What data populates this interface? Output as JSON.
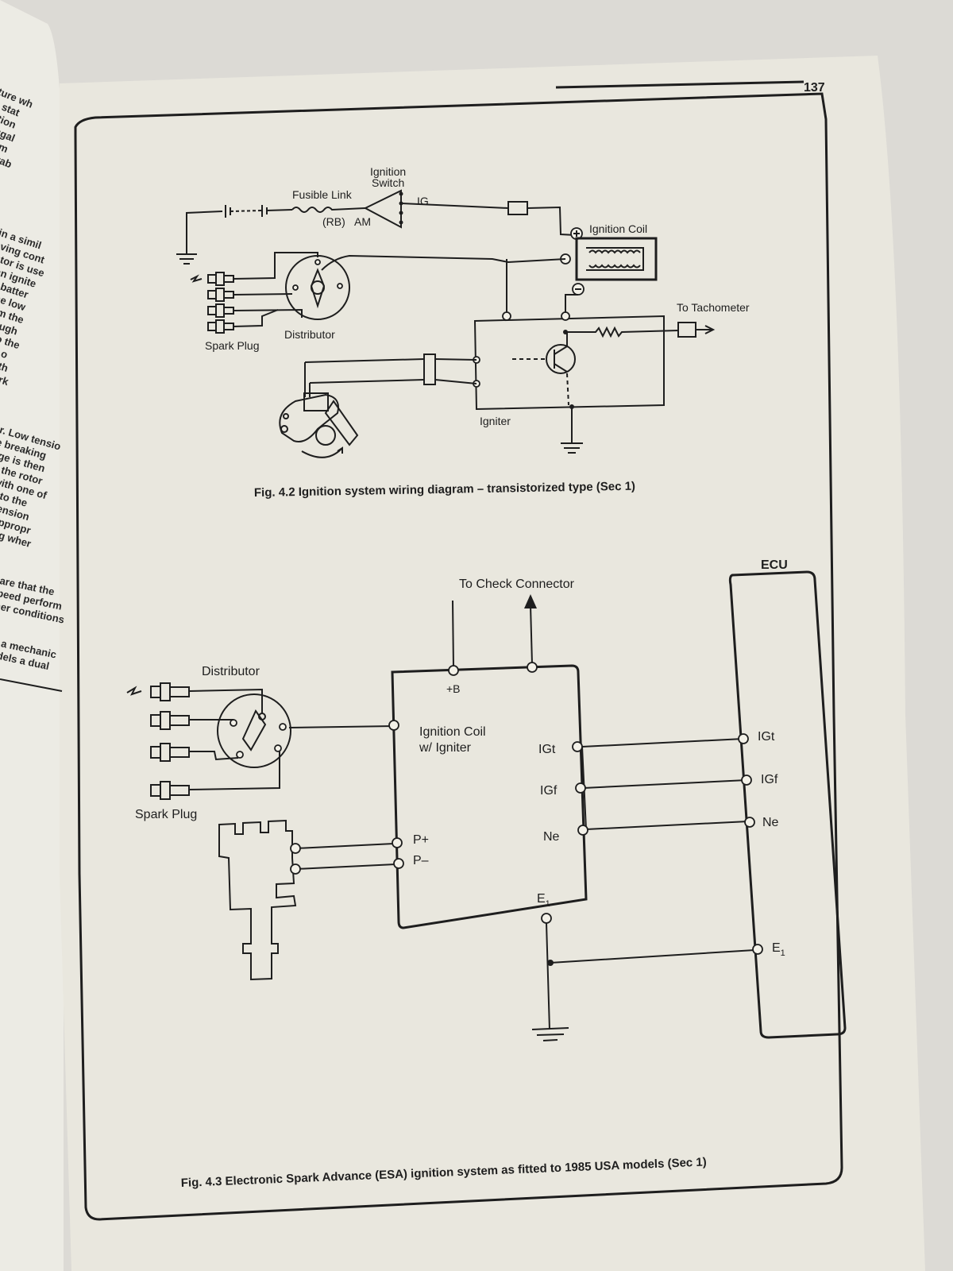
{
  "page": {
    "number": "137"
  },
  "side_text": [
    "ixture wh",
    "ect stat",
    "ignition",
    "ntrifugal",
    "vacuum",
    "he movab",
    "in a simil",
    "aving cont",
    "rator is use",
    "s an ignite",
    "the batter",
    "to the low",
    "d from the",
    "r, through",
    "back to the",
    "tension o",
    "entre of th",
    "d the spark",
    "r. Low tensio",
    "e breaking",
    "age is then",
    "to the rotor",
    "e with one of",
    "ted to the",
    "gh tension",
    "the appropr",
    "rk plug wher",
    "are that the",
    "peed perform",
    "her conditions",
    "ls, a mechanic",
    "nodels a dual"
  ],
  "fig42": {
    "labels": {
      "ignition_switch": [
        "Ignition",
        "Switch"
      ],
      "fusible_link": "Fusible Link",
      "rb": "(RB)",
      "am": "AM",
      "ig": "IG",
      "ignition_coil": "Ignition Coil",
      "plus": "⊕",
      "minus": "⊖",
      "to_tachometer": "To Tachometer",
      "distributor": "Distributor",
      "spark_plug": "Spark Plug",
      "igniter": "Igniter"
    },
    "caption": "Fig. 4.2 Ignition system wiring diagram – transistorized type (Sec 1)"
  },
  "fig43": {
    "labels": {
      "to_check_connector": "To Check Connector",
      "ecu": "ECU",
      "distributor": "Distributor",
      "spark_plug": "Spark Plug",
      "plus_b": "+B",
      "coil_line1": "Ignition Coil",
      "coil_line2": "w/ Igniter",
      "igt": "IGt",
      "igf": "IGf",
      "ne": "Ne",
      "p_plus": "P+",
      "p_minus": "P–",
      "e1": "E",
      "e1_sub": "1"
    },
    "ecu_pins": [
      "IGt",
      "IGf",
      "Ne",
      "E"
    ],
    "ecu_pin_sub": "1",
    "caption": "Fig. 4.3 Electronic Spark Advance (ESA) ignition system as fitted to 1985 USA models (Sec 1)"
  },
  "colors": {
    "page": "#e9e7de",
    "ink": "#1e1e1e",
    "background": "#dcdad5",
    "facing_page": "#ecebe4"
  }
}
